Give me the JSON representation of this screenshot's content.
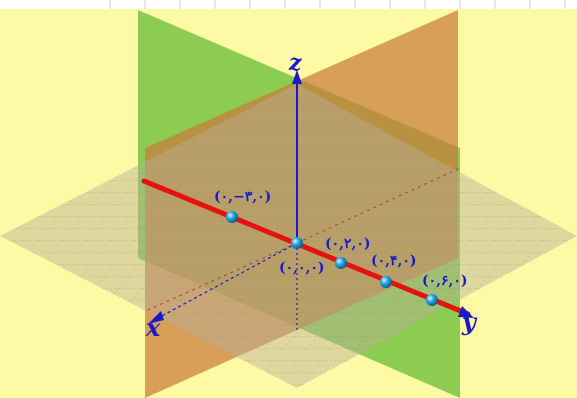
{
  "colors": {
    "background": "#fdf9a4",
    "xz_plane": "#c97b3c",
    "yz_plane": "#6cbf3a",
    "xy_plane": "#b8b09a",
    "axis_label": "#1a1acc",
    "highlight_line": "#e6120f",
    "point": "#1e9fd8",
    "label": "#1a1acc"
  },
  "axes": {
    "x_label": "x",
    "y_label": "y",
    "z_label": "z"
  },
  "points": [
    {
      "label": "(۰,−۳,۰)",
      "y": -3
    },
    {
      "label": "(۰,۰,۰)",
      "y": 0
    },
    {
      "label": "(۰,۲,۰)",
      "y": 2
    },
    {
      "label": "(۰,۴,۰)",
      "y": 4
    },
    {
      "label": "(۰,۶,۰)",
      "y": 6
    }
  ]
}
